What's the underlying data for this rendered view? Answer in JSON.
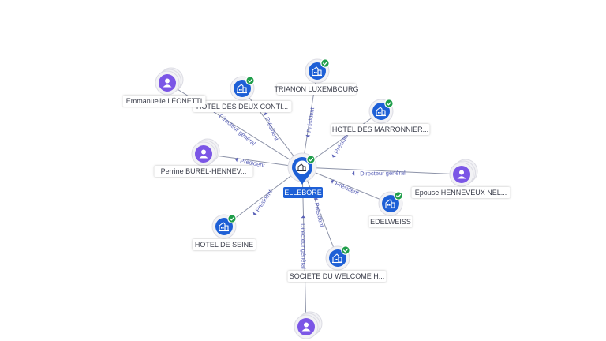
{
  "center": {
    "label": "ELLEBORE",
    "icon": "company-building-icon",
    "verified": true
  },
  "nodes": [
    {
      "id": "trianon",
      "label": "TRIANON LUXEMBOURG",
      "type": "company",
      "icon": "company-building-icon",
      "verified": true
    },
    {
      "id": "deux-conti",
      "label": "HOTEL DES DEUX CONTI...",
      "type": "company",
      "icon": "company-building-icon",
      "verified": true
    },
    {
      "id": "marronnier",
      "label": "HOTEL DES MARRONNIER...",
      "type": "company",
      "icon": "company-building-icon",
      "verified": true
    },
    {
      "id": "leonetti",
      "label": "Emmanuelle LÉONETTI",
      "type": "person",
      "icon": "person-icon",
      "verified": false
    },
    {
      "id": "burel",
      "label": "Perrine BUREL-HENNEV...",
      "type": "person",
      "icon": "person-icon",
      "verified": false
    },
    {
      "id": "henneveux",
      "label": "Epouse HENNEVEUX NEL...",
      "type": "person",
      "icon": "person-icon",
      "verified": false
    },
    {
      "id": "edelweiss",
      "label": "EDELWEISS",
      "type": "company",
      "icon": "company-building-icon",
      "verified": true
    },
    {
      "id": "seine",
      "label": "HOTEL DE SEINE",
      "type": "company",
      "icon": "company-building-icon",
      "verified": true
    },
    {
      "id": "welcome",
      "label": "SOCIETE DU WELCOME H...",
      "type": "company",
      "icon": "company-building-icon",
      "verified": true
    },
    {
      "id": "bottom-person",
      "label": "",
      "type": "person",
      "icon": "person-icon",
      "verified": false
    }
  ],
  "edges": [
    {
      "to": "trianon",
      "label": "Président"
    },
    {
      "to": "deux-conti",
      "label": "Président"
    },
    {
      "to": "marronnier",
      "label": "Président"
    },
    {
      "to": "leonetti",
      "label": "Directeur général"
    },
    {
      "to": "burel",
      "label": "Président"
    },
    {
      "to": "henneveux",
      "label": "Directeur général"
    },
    {
      "to": "edelweiss",
      "label": "Président"
    },
    {
      "to": "seine",
      "label": "Président"
    },
    {
      "to": "welcome",
      "label": "Président"
    },
    {
      "to": "bottom-person",
      "label": "Directeur général"
    }
  ],
  "colors": {
    "company": "#1d5fd6",
    "person": "#7b56e6",
    "verified": "#1f9e4a",
    "edge": "#8d93a8",
    "edge_label": "#5b62b8"
  }
}
